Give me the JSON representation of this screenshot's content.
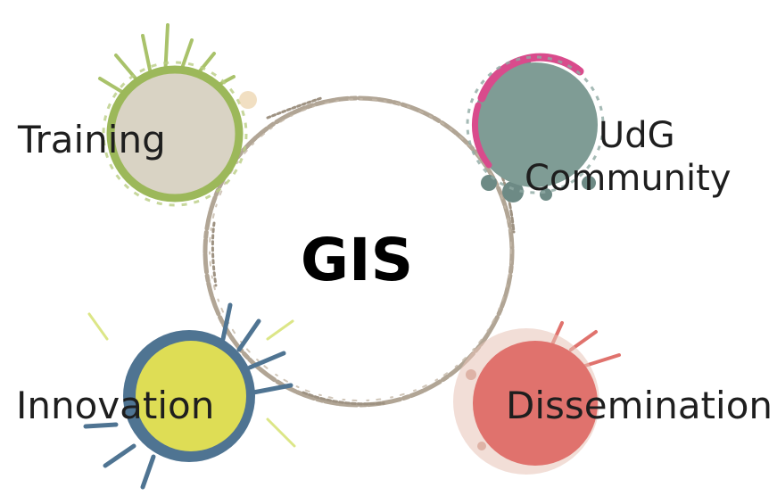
{
  "center": {
    "label": "GIS"
  },
  "nodes": [
    {
      "label": "Training",
      "fill": "#d9d3c4",
      "ring": "#9cb85a",
      "splash": "#a9c26a"
    },
    {
      "label_line1": "UdG",
      "label_line2": "Community",
      "fill": "#7f9c95",
      "ring": "#d94b8c",
      "splash": "#5f7f7a"
    },
    {
      "label": "Innovation",
      "fill": "#dedd55",
      "ring": "#4f7492",
      "splash": "#6f8fa8"
    },
    {
      "label": "Dissemination",
      "fill": "#e0726d",
      "ring": "#e0726d",
      "splash": "#d8a89a"
    }
  ],
  "colors": {
    "loop": "#a89c8c",
    "text": "#1e1e1e"
  }
}
